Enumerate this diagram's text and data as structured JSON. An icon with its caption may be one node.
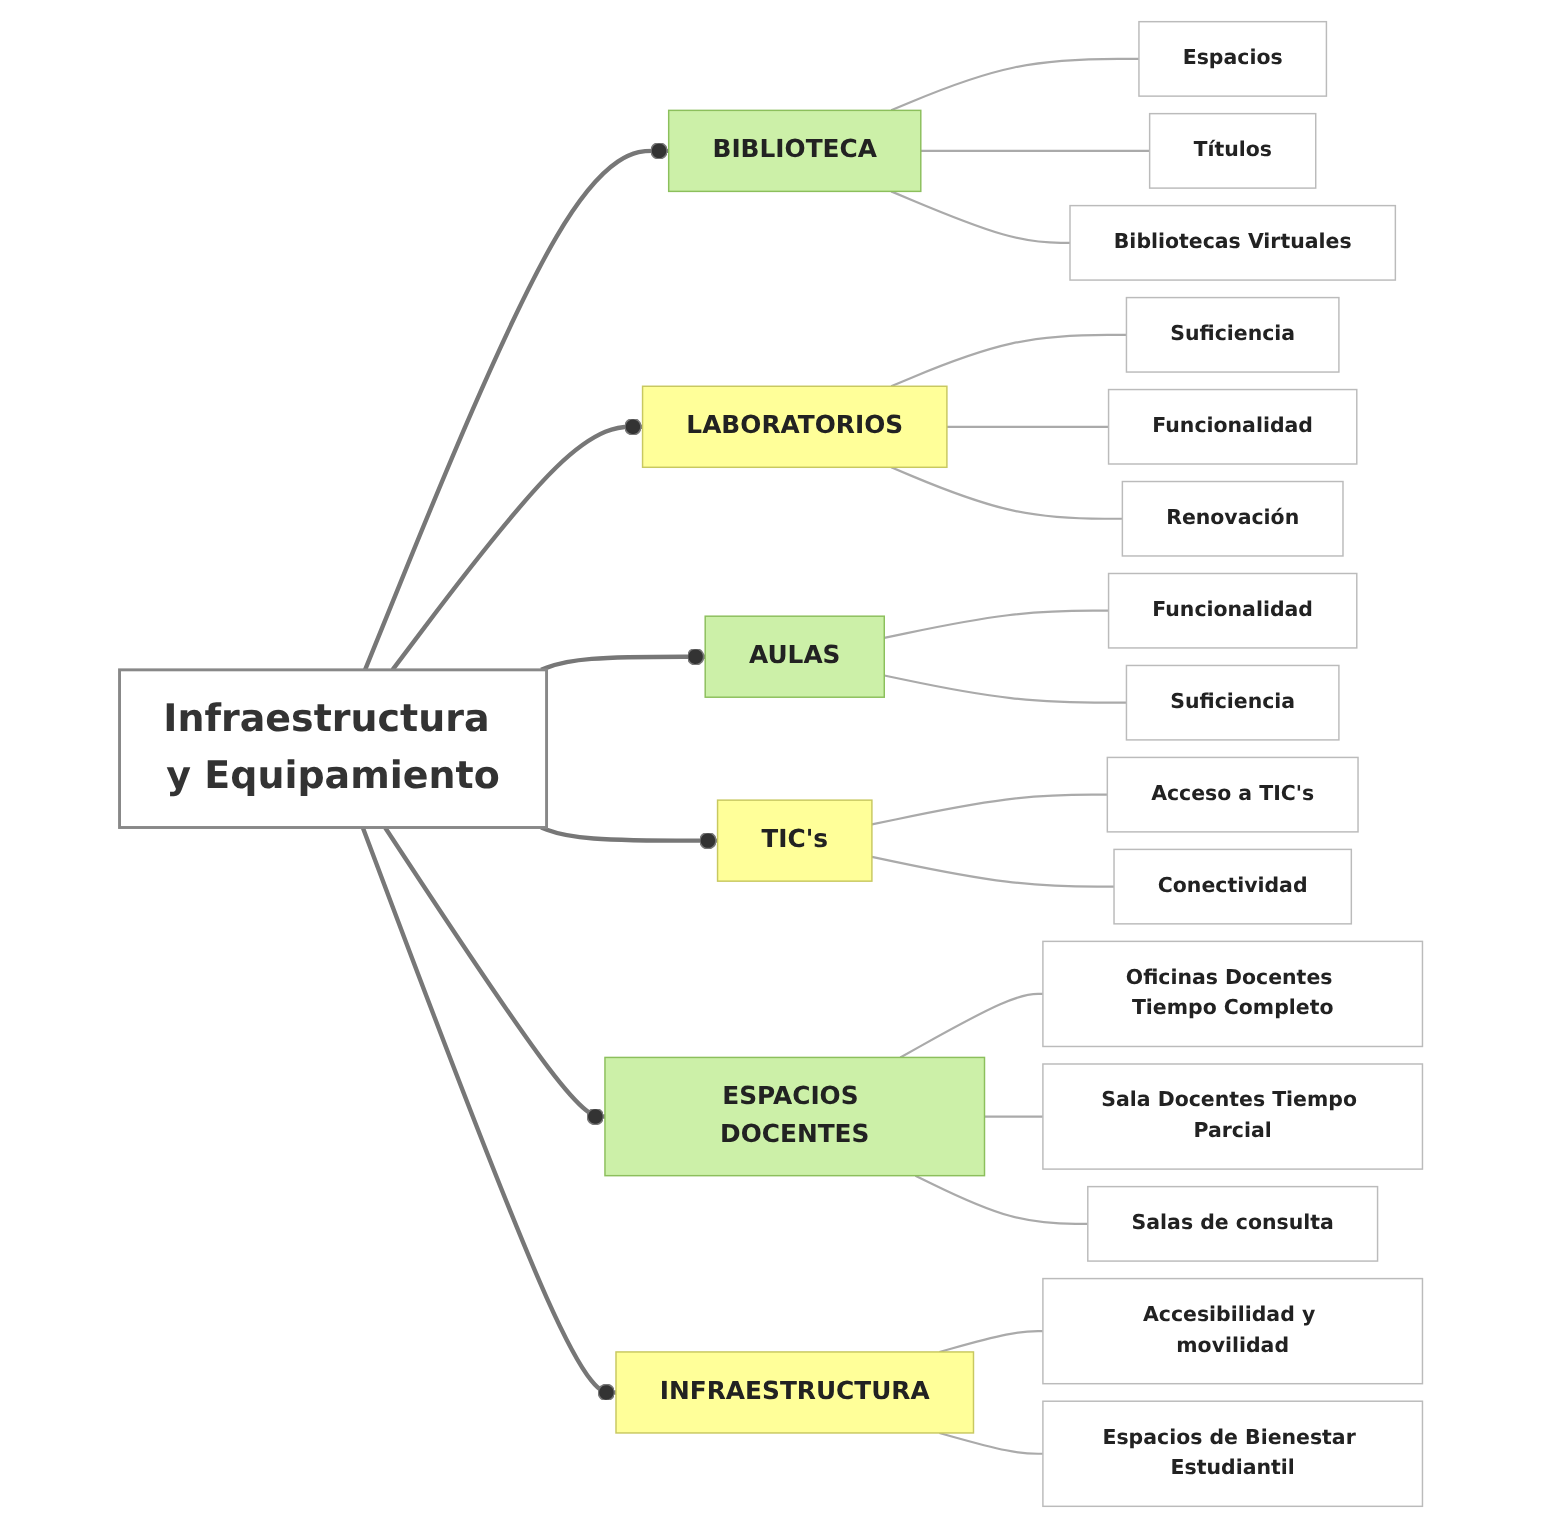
{
  "diagram": {
    "nodes": [
      {
        "text": [
          "Infraestructura y Equipamiento"
        ]
      },
      {
        "text": [
          "BIBLIOTECA"
        ]
      },
      {
        "text": [
          "Espacios"
        ]
      },
      {
        "text": [
          "Títulos"
        ]
      },
      {
        "text": [
          "Bibliotecas Virtuales"
        ]
      },
      {
        "text": [
          "LABORATORIOS"
        ]
      },
      {
        "text": [
          "Suficiencia"
        ]
      },
      {
        "text": [
          "Funcionalidad"
        ]
      },
      {
        "text": [
          "Renovación"
        ]
      },
      {
        "text": [
          "AULAS"
        ]
      },
      {
        "text": [
          "Funcionalidad"
        ]
      },
      {
        "text": [
          "Suficiencia"
        ]
      },
      {
        "text": [
          "TIC's"
        ]
      },
      {
        "text": [
          "Acceso a TIC's"
        ]
      },
      {
        "text": [
          "Conectividad"
        ]
      },
      {
        "text": [
          "ESPACIOS DOCENTES"
        ]
      },
      {
        "text": [
          "Oficinas Docentes Tiempo Completo"
        ]
      },
      {
        "text": [
          "Sala Docentes Tiempo Parcial"
        ]
      },
      {
        "text": [
          "Salas de consulta"
        ]
      },
      {
        "text": [
          "INFRAESTRUCTURA"
        ]
      },
      {
        "text": [
          "Accesibilidad y movilidad"
        ]
      },
      {
        "text": [
          "Espacios de Bienestar Estudiantil"
        ]
      }
    ],
    "edges": [
      {
        "from": 0,
        "to": 1,
        "arrow": "other"
      },
      {
        "from": 0,
        "to": 5,
        "arrow": "other"
      },
      {
        "from": 0,
        "to": 9,
        "arrow": "other"
      },
      {
        "from": 0,
        "to": 12,
        "arrow": "other"
      },
      {
        "from": 0,
        "to": 15,
        "arrow": "other"
      },
      {
        "from": 0,
        "to": 19,
        "arrow": "other"
      },
      {
        "from": 1,
        "to": 2,
        "arrow": "none"
      },
      {
        "from": 1,
        "to": 3,
        "arrow": "none"
      },
      {
        "from": 1,
        "to": 4,
        "arrow": "none"
      },
      {
        "from": 5,
        "to": 6,
        "arrow": "none"
      },
      {
        "from": 5,
        "to": 7,
        "arrow": "none"
      },
      {
        "from": 5,
        "to": 8,
        "arrow": "none"
      },
      {
        "from": 9,
        "to": 10,
        "arrow": "none"
      },
      {
        "from": 9,
        "to": 11,
        "arrow": "none"
      },
      {
        "from": 12,
        "to": 13,
        "arrow": "none"
      },
      {
        "from": 12,
        "to": 14,
        "arrow": "none"
      },
      {
        "from": 15,
        "to": 16,
        "arrow": "none"
      },
      {
        "from": 15,
        "to": 17,
        "arrow": "none"
      },
      {
        "from": 15,
        "to": 18,
        "arrow": "none"
      },
      {
        "from": 19,
        "to": 20,
        "arrow": "none"
      },
      {
        "from": 19,
        "to": 21,
        "arrow": "none"
      }
    ]
  }
}
